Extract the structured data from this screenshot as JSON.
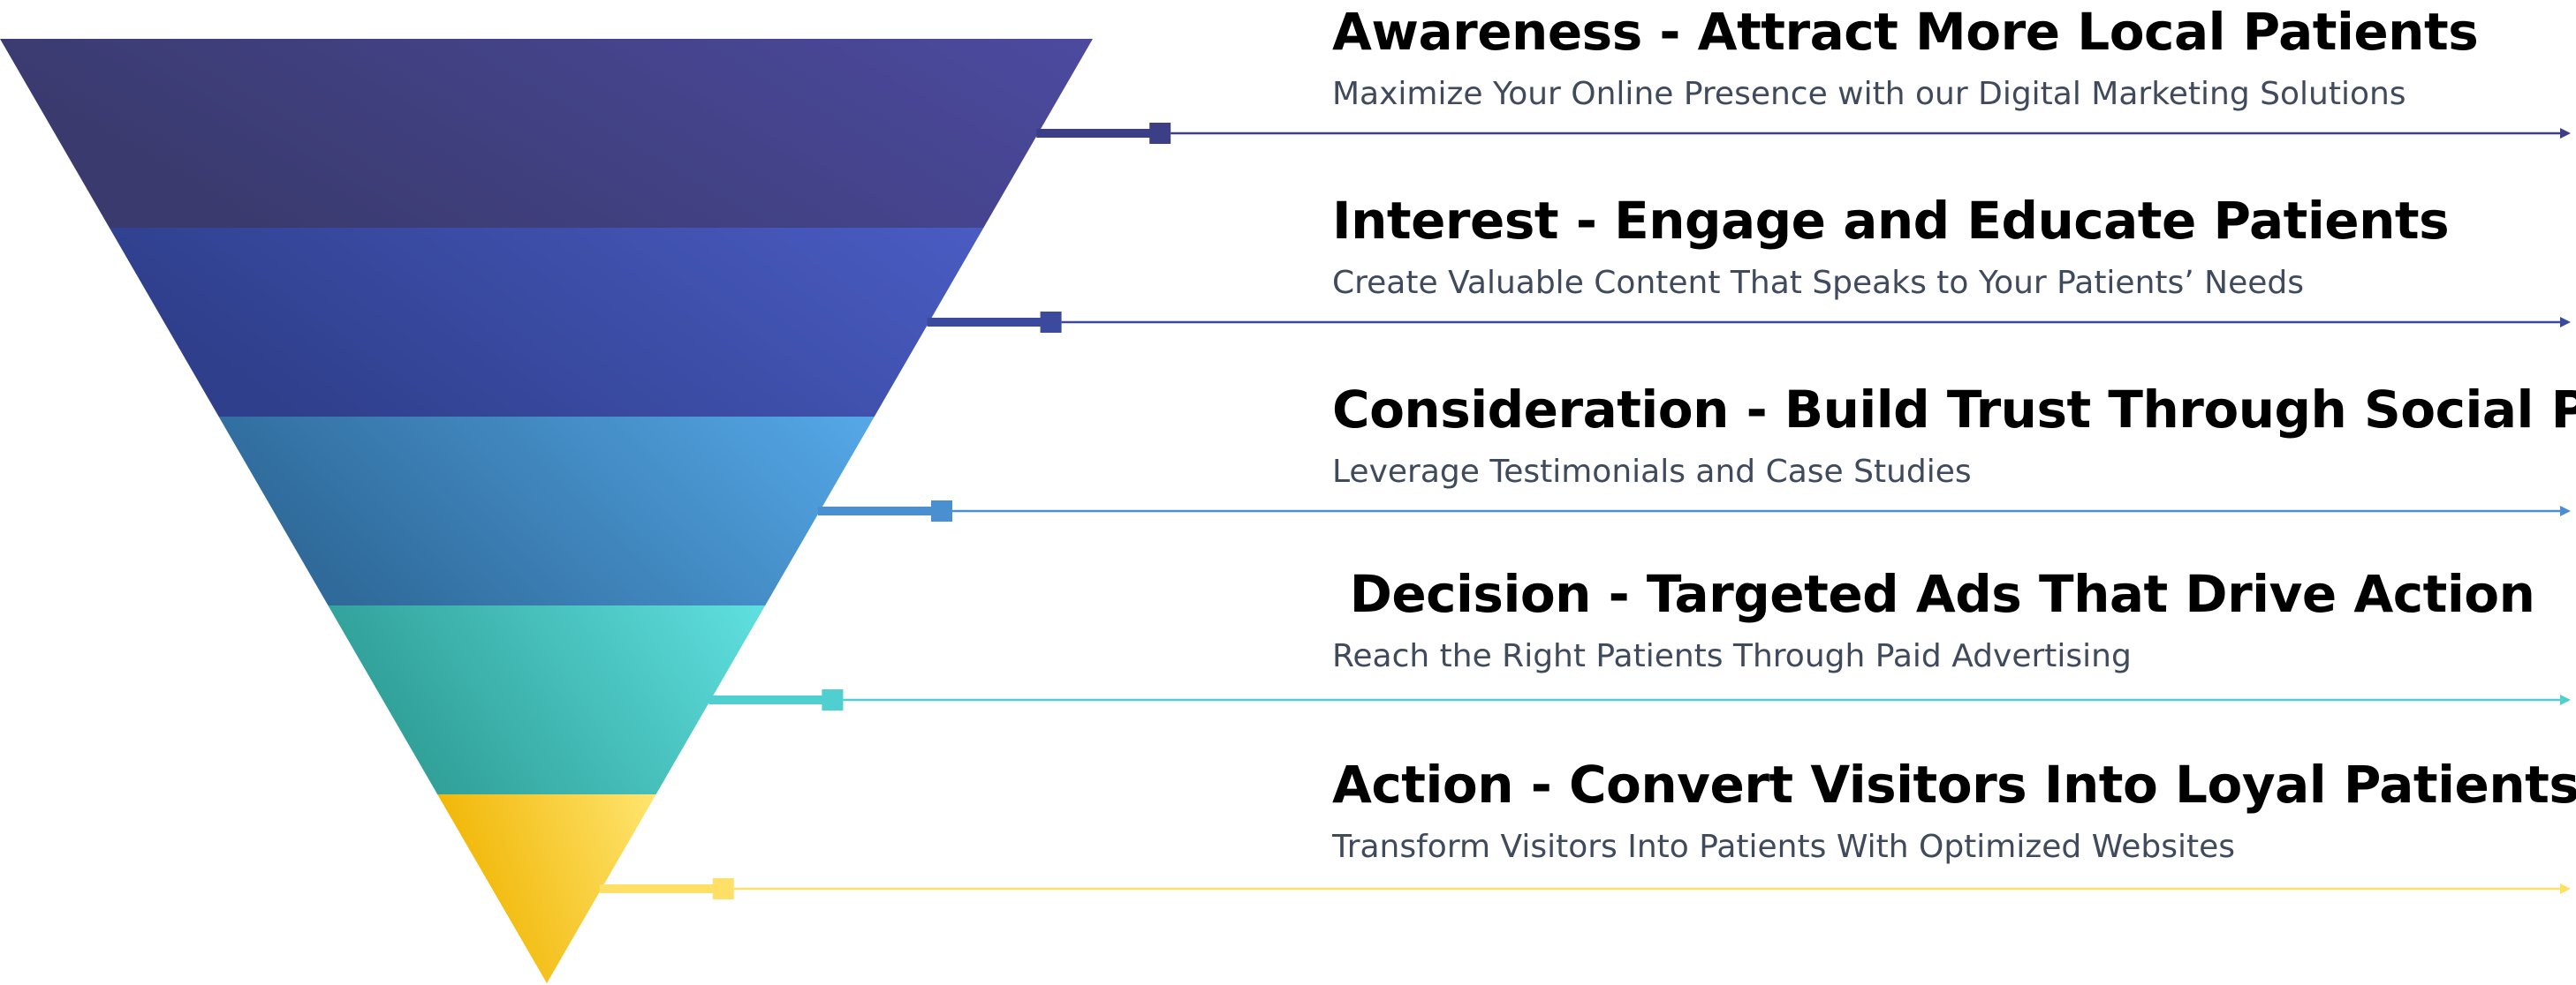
{
  "stages": [
    {
      "title": "Awareness - Attract More Local Patients",
      "subtitle": "Maximize Your Online Presence with our Digital Marketing Solutions",
      "colors": {
        "dark": "#3a3a6e",
        "light": "#4c4aa0",
        "accent": "#3d3f86"
      }
    },
    {
      "title": "Interest - Engage and Educate Patients",
      "subtitle": "Create Valuable Content That Speaks to Your Patients’ Needs",
      "colors": {
        "dark": "#2f3f8c",
        "light": "#4a5cc3",
        "accent": "#3c4a9e"
      }
    },
    {
      "title": "Consideration - Build Trust Through Social Proof",
      "subtitle": "Leverage Testimonials and Case Studies",
      "colors": {
        "dark": "#2f6a9a",
        "light": "#55a8e8",
        "accent": "#4a8fcf"
      }
    },
    {
      "title": " Decision - Targeted Ads That Drive Action",
      "subtitle": "Reach the Right Patients Through Paid Advertising",
      "colors": {
        "dark": "#2f9e96",
        "light": "#5fe0e0",
        "accent": "#4fcfcf"
      }
    },
    {
      "title": "Action - Convert Visitors Into Loyal Patients",
      "subtitle": "Transform Visitors Into Patients With Optimized Websites",
      "colors": {
        "dark": "#f0b400",
        "light": "#ffe570",
        "accent": "#ffe066"
      }
    }
  ]
}
